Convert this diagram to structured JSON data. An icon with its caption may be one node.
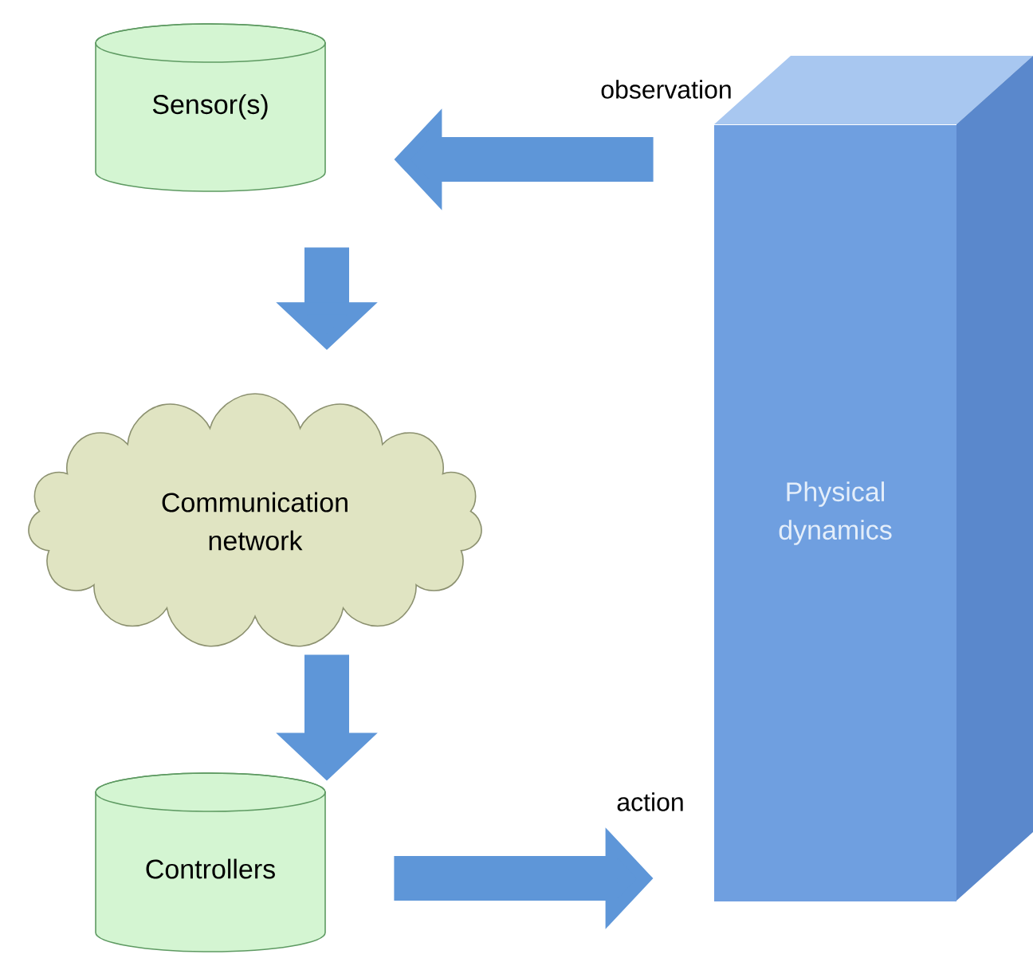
{
  "diagram": {
    "nodes": [
      {
        "text": [
          "Sensor(s)"
        ]
      },
      {
        "text": [
          "Communication network"
        ]
      },
      {
        "text": [
          "Controllers"
        ]
      },
      {
        "text": [
          "Physical dynamics"
        ]
      }
    ],
    "edges": [
      {
        "from": 3,
        "to": 0,
        "arrow": "to",
        "label": "observation"
      },
      {
        "from": 0,
        "to": 1,
        "arrow": "to"
      },
      {
        "from": 1,
        "to": 2,
        "arrow": "to"
      },
      {
        "from": 2,
        "to": 3,
        "arrow": "to",
        "label": "action"
      }
    ]
  }
}
